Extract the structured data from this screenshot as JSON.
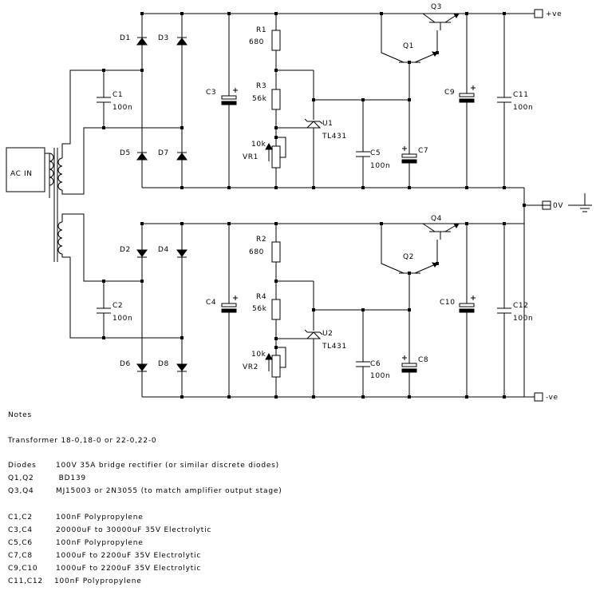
{
  "labels": {
    "ac_in": "AC IN",
    "plus_ve": "+ve",
    "zero_v": "0V",
    "minus_ve": "-ve",
    "D1": "D1",
    "D2": "D2",
    "D3": "D3",
    "D4": "D4",
    "D5": "D5",
    "D6": "D6",
    "D7": "D7",
    "D8": "D8",
    "C1": "C1",
    "C1v": "100n",
    "C2": "C2",
    "C2v": "100n",
    "C3": "C3",
    "C4": "C4",
    "R1": "R1",
    "R1v": "680",
    "R2": "R2",
    "R2v": "680",
    "R3": "R3",
    "R3v": "56k",
    "R4": "R4",
    "R4v": "56k",
    "VR1v": "10k",
    "VR1": "VR1",
    "VR2v": "10k",
    "VR2": "VR2",
    "U1": "U1",
    "U1v": "TL431",
    "U2": "U2",
    "U2v": "TL431",
    "Q1": "Q1",
    "Q2": "Q2",
    "Q3": "Q3",
    "Q4": "Q4",
    "C5": "C5",
    "C5v": "100n",
    "C6": "C6",
    "C6v": "100n",
    "C7": "C7",
    "C8": "C8",
    "C9": "C9",
    "C10": "C10",
    "C11": "C11",
    "C11v": "100n",
    "C12": "C12",
    "C12v": "100n"
  },
  "notes": {
    "title": "Notes",
    "transformer": "Transformer  18-0,18-0 or 22-0,22-0",
    "items": [
      {
        "label": "Diodes",
        "text": "100V 35A bridge rectifier (or similar discrete diodes)"
      },
      {
        "label": "Q1,Q2",
        "text": " BD139"
      },
      {
        "label": "Q3,Q4",
        "text": "MJ15003 or 2N3055 (to match amplifier output stage)"
      }
    ],
    "caps": [
      {
        "label": "C1,C2",
        "text": "100nF  Polypropylene"
      },
      {
        "label": "C3,C4",
        "text": "20000uF to 30000uF  35V  Electrolytic"
      },
      {
        "label": "C5,C6",
        "text": "100nF  Polypropylene"
      },
      {
        "label": "C7,C8",
        "text": "1000uF to 2200uF  35V  Electrolytic"
      },
      {
        "label": "C9,C10",
        "text": "1000uF to 2200uF  35V  Electrolytic"
      },
      {
        "label": "C11,C12",
        "text": "100nF  Polypropylene"
      }
    ]
  }
}
